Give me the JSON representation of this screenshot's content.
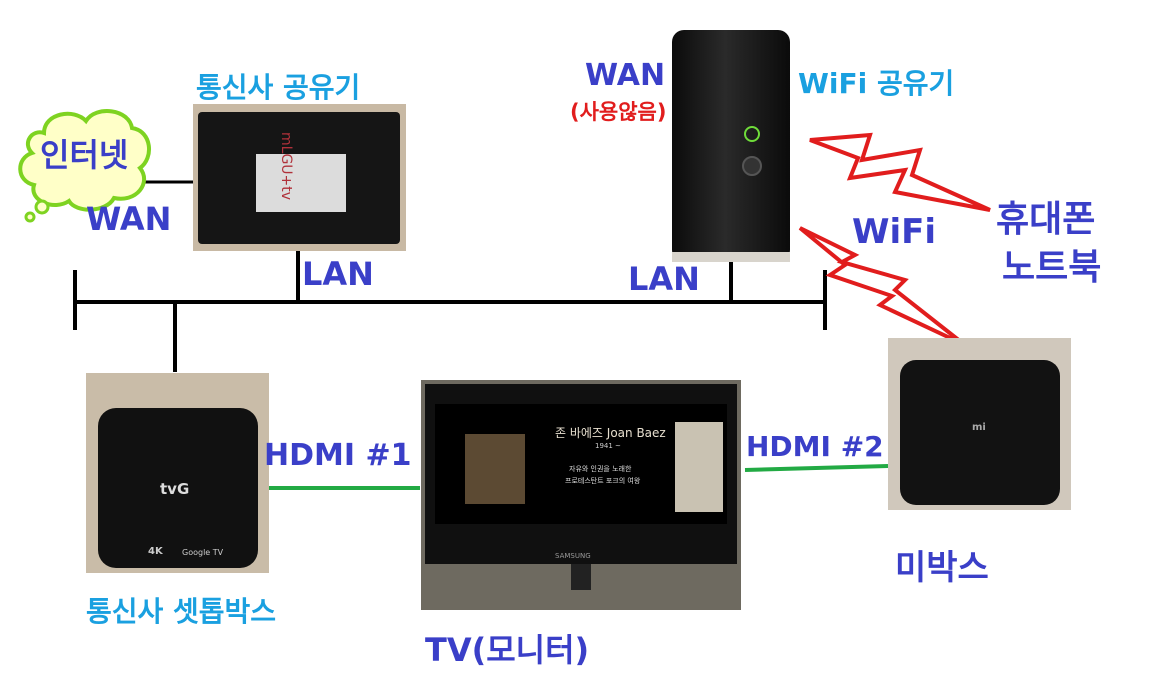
{
  "colors": {
    "cyan_label": "#1aa0e0",
    "navy_label": "#3a3fc8",
    "red_label": "#e11d1d",
    "bus_line": "#000000",
    "hdmi_line": "#22aa44",
    "bolt": "#e11d1d",
    "cloud_fill": "#ffffc8",
    "cloud_stroke": "#7ed321"
  },
  "labels": {
    "telecom_router": "통신사 공유기",
    "internet": "인터넷",
    "wan_left": "WAN",
    "lan_left": "LAN",
    "wan_right": "WAN",
    "wan_unused": "(사용않음)",
    "wifi_router": "WiFi 공유기",
    "lan_right": "LAN",
    "wifi": "WiFi",
    "phone": "휴대폰",
    "laptop": "노트북",
    "hdmi1": "HDMI #1",
    "hdmi2": "HDMI #2",
    "settop": "통신사 셋톱박스",
    "tv": "TV(모니터)",
    "mibox": "미박스"
  },
  "device_text": {
    "settop_logo": "tvG",
    "settop_google": "Google TV",
    "settop_4k": "4K",
    "mibox_logo": "mi",
    "tv_brand": "SAMSUNG",
    "tv_title": "존 바에즈 Joan Baez",
    "tv_years": "1941 ~",
    "tv_desc1": "자유와 인권을 노래한",
    "tv_desc2": "프로테스탄트 포크의 여왕",
    "router_tag": "mLGU+tv"
  },
  "icons": {
    "cloud": "cloud-shape",
    "lightning": "lightning-bolt",
    "power": "power-icon"
  }
}
